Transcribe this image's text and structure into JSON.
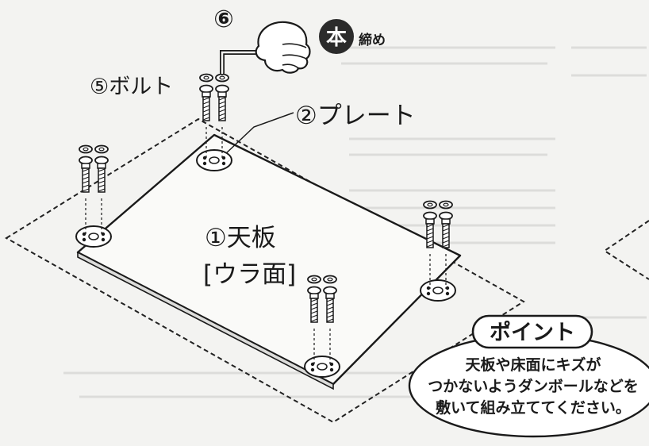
{
  "step_number": "⑥",
  "badge": {
    "character": "本",
    "text": "締め"
  },
  "labels": {
    "bolt": "⑤ボルト",
    "plate": "②プレート",
    "tabletop": "①天板",
    "tabletop_side": "[ウラ面]"
  },
  "point": {
    "title": "ポイント",
    "lines": [
      "天板や床面にキズが",
      "つかないようダンボールなどを",
      "敷いて組み立ててください。"
    ]
  },
  "colors": {
    "ink": "#1a1a1a",
    "paper": "#f3f3f1",
    "badge": "#2b2b2b"
  }
}
